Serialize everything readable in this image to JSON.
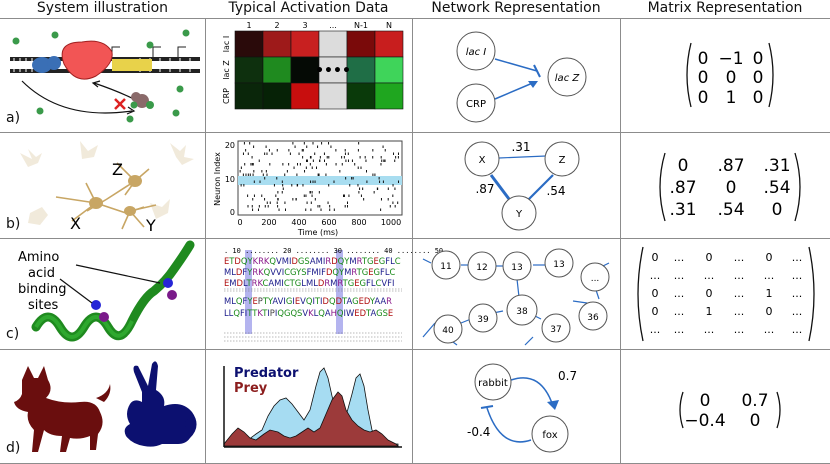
{
  "headers": [
    "System illustration",
    "Typical Activation Data",
    "Network Representation",
    "Matrix Representation"
  ],
  "row_labels": [
    "a)",
    "b)",
    "c)",
    "d)"
  ],
  "row_a": {
    "heatmap_cols": [
      "1",
      "2",
      "3",
      "...",
      "N-1",
      "N"
    ],
    "heatmap_rows": [
      "lac I",
      "lac Z",
      "CRP"
    ],
    "heatmap_colors": [
      [
        "#2a0a0a",
        "#9e1a1a",
        "#c82020",
        "#dcdcdc",
        "#7a0a0a",
        "#c81e1e"
      ],
      [
        "#0e300e",
        "#1f8a1f",
        "#050a05",
        "#dcdcdc",
        "#1f6e46",
        "#3fd45a"
      ],
      [
        "#0a260a",
        "#062206",
        "#c80e0e",
        "#dcdcdc",
        "#0a3a0a",
        "#1fa61f"
      ]
    ],
    "net_nodes": [
      "lac I",
      "CRP",
      "lac Z"
    ],
    "matrix": [
      [
        "0",
        "−1",
        "0"
      ],
      [
        "0",
        "0",
        "0"
      ],
      [
        "0",
        "1",
        "0"
      ]
    ]
  },
  "row_b": {
    "neuron_labels": [
      "Z",
      "X",
      "Y"
    ],
    "raster_ylabel": "Neuron Index",
    "raster_xlabel": "Time (ms)",
    "raster_xticks": [
      "0",
      "200",
      "400",
      "600",
      "800",
      "1000"
    ],
    "raster_yticks": [
      "0",
      "10",
      "20"
    ],
    "net_nodes": [
      "X",
      "Z",
      "Y"
    ],
    "edge_labels": [
      ".31",
      ".87",
      ".54"
    ],
    "matrix": [
      [
        "0",
        ".87",
        ".31"
      ],
      [
        ".87",
        "0",
        ".54"
      ],
      [
        ".31",
        ".54",
        "0"
      ]
    ]
  },
  "row_c": {
    "protein_label": [
      "Amino",
      "acid",
      "binding",
      "sites"
    ],
    "ruler": ". 10 ........ 20 ........ 30 ........ 40 ........ 50 .",
    "sequences": [
      "ETDQYKRKQVMIDGSAMIRDQYMRTGEGFLC",
      "MLDFYRKQVVICGYSFMIFDQYMRTGEGFLC",
      "EMDLTRKCAMICTGLMLDRMRTGEGFLCVFI",
      "MLQFYEPTYAVIGIEVQITIDQDTAGEDYAAR",
      "LLQFITTKTIPIQGQSVKLQAHQIWEDTAGSE"
    ],
    "net_nodes": [
      "11",
      "12",
      "13",
      "13",
      "...",
      "38",
      "39",
      "40",
      "37",
      "36"
    ],
    "matrix": [
      [
        "0",
        "...",
        "0",
        "...",
        "0",
        "..."
      ],
      [
        "...",
        "...",
        "...",
        "...",
        "...",
        "..."
      ],
      [
        "0",
        "...",
        "0",
        "...",
        "1",
        "..."
      ],
      [
        "0",
        "...",
        "1",
        "...",
        "0",
        "..."
      ],
      [
        "...",
        "...",
        "...",
        "...",
        "...",
        "..."
      ]
    ]
  },
  "row_d": {
    "legend": [
      "Predator",
      "Prey"
    ],
    "net_nodes": [
      "rabbit",
      "fox"
    ],
    "edge_labels": [
      "0.7",
      "-0.4"
    ],
    "matrix": [
      [
        "0",
        "0.7"
      ],
      [
        "−0.4",
        "0"
      ]
    ]
  }
}
